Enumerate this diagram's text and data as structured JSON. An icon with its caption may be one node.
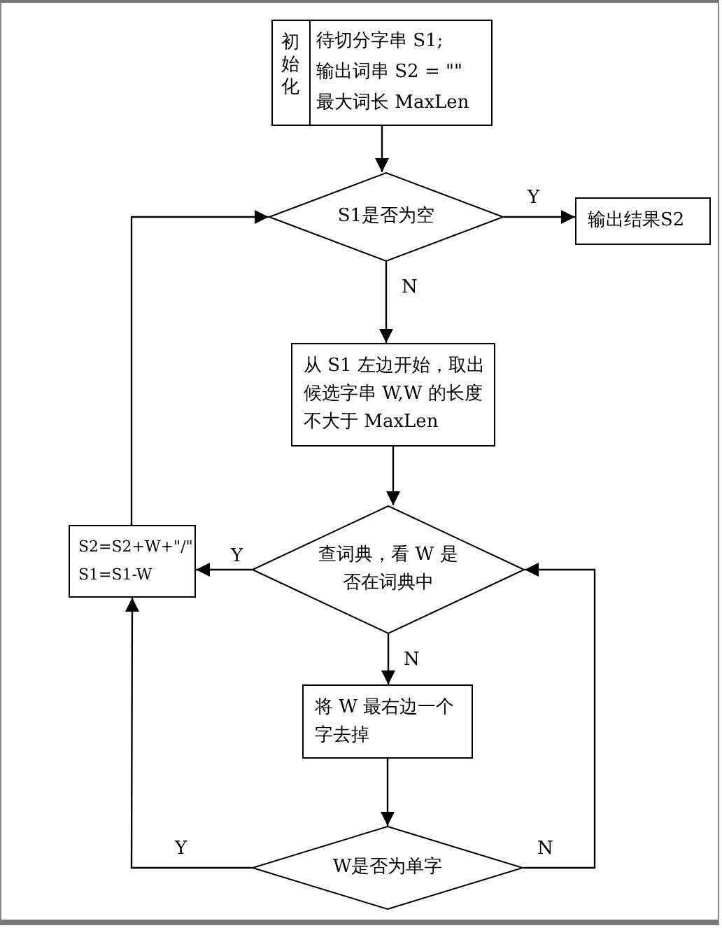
{
  "diagram": {
    "nodes": [
      {
        "text": [
          "初始化",
          "待切分字串 S1;",
          "输出词串 S2 = \"\"",
          "最大词长 MaxLen"
        ]
      },
      {
        "text": [
          "S1是否为空"
        ]
      },
      {
        "text": [
          "输出结果S2"
        ]
      },
      {
        "text": [
          "从 S1 左边开始，取出候选字串 W,W 的长度不大于 MaxLen"
        ]
      },
      {
        "text": [
          "查词典，看 W 是否在词典中"
        ]
      },
      {
        "text": [
          "S2=S2+W+\"/\"",
          "S1=S1-W"
        ]
      },
      {
        "text": [
          "将 W 最右边一个字去掉"
        ]
      },
      {
        "text": [
          "W是否为单字"
        ]
      }
    ],
    "edges": [
      {
        "from": 0,
        "to": 1,
        "arrow": "to"
      },
      {
        "from": 1,
        "to": 2,
        "arrow": "to",
        "label": "Y"
      },
      {
        "from": 1,
        "to": 3,
        "arrow": "to",
        "label": "N"
      },
      {
        "from": 3,
        "to": 4,
        "arrow": "to"
      },
      {
        "from": 4,
        "to": 5,
        "arrow": "to",
        "label": "Y"
      },
      {
        "from": 4,
        "to": 6,
        "arrow": "to",
        "label": "N"
      },
      {
        "from": 6,
        "to": 7,
        "arrow": "to"
      },
      {
        "from": 7,
        "to": 5,
        "arrow": "to",
        "label": "Y"
      },
      {
        "from": 7,
        "to": 4,
        "arrow": "to",
        "label": "N"
      },
      {
        "from": 5,
        "to": 1,
        "arrow": "to"
      }
    ]
  }
}
